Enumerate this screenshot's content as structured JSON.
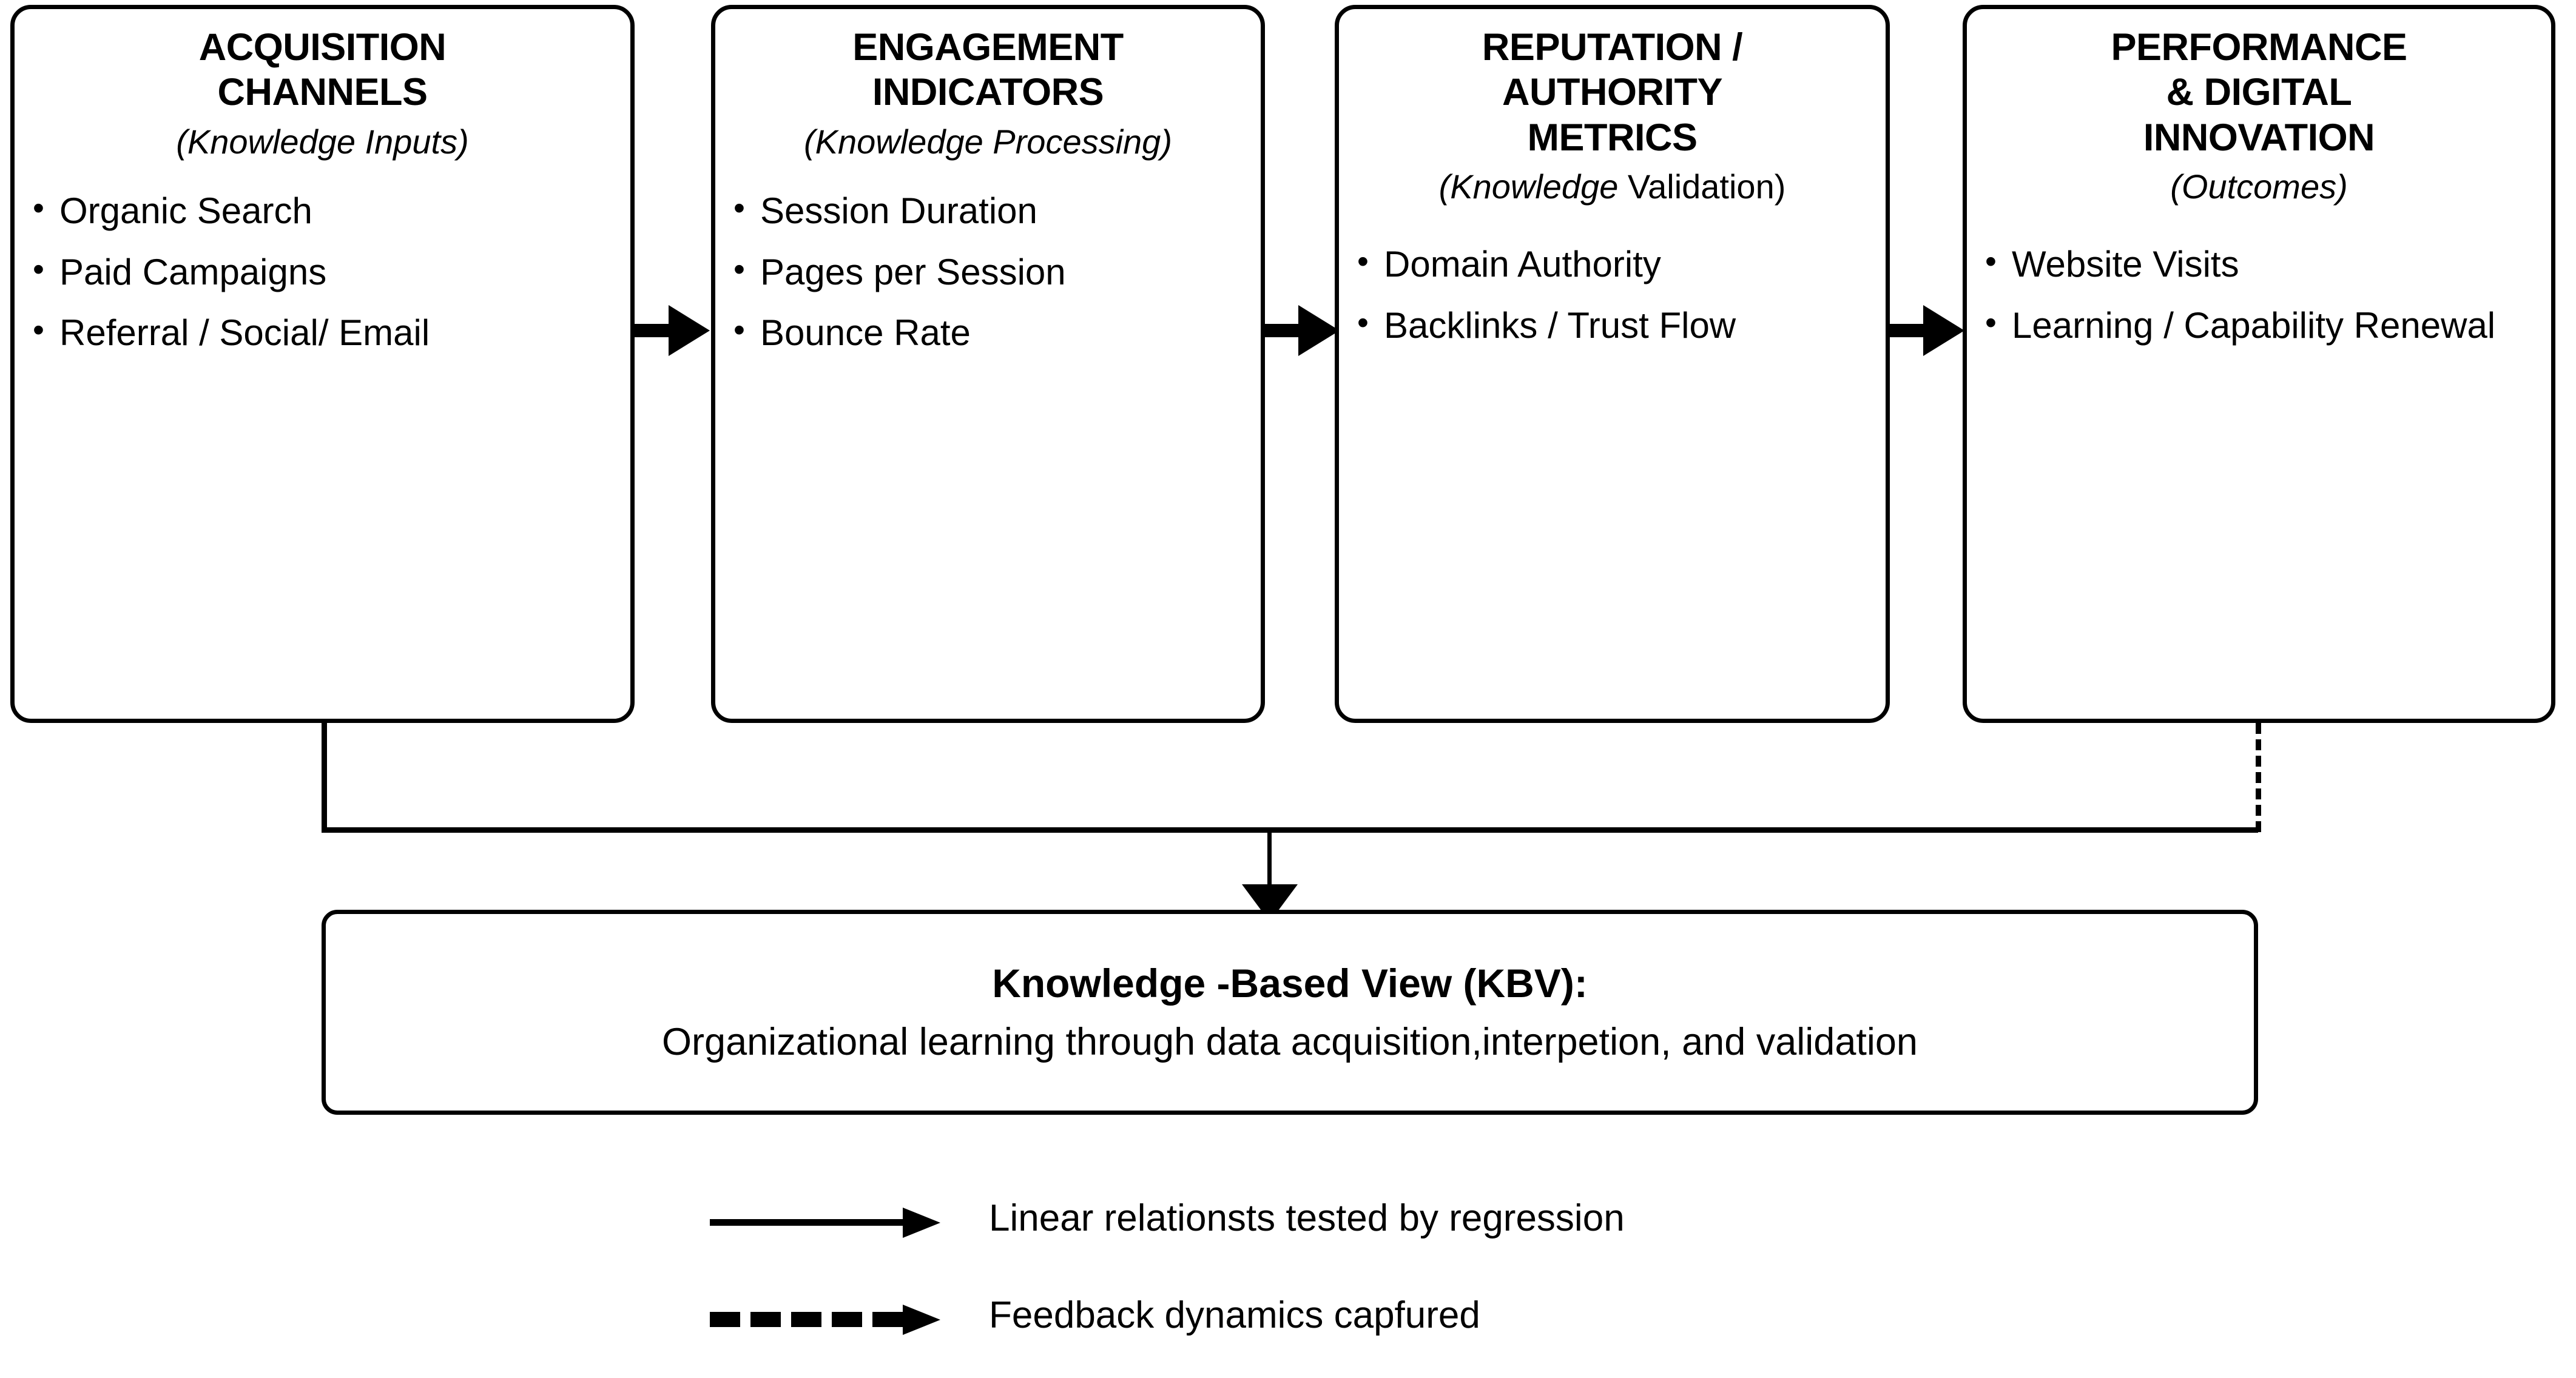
{
  "diagram": {
    "stages": [
      {
        "title": "ACQUISITION\nCHANNELS",
        "subtitle_italic": "(Knowledge Inputs)",
        "subtitle_plain": "",
        "items": [
          "Organic Search",
          "Paid Campaigns",
          "Referral / Social/ Email"
        ]
      },
      {
        "title": "ENGAGEMENT\nINDICATORS",
        "subtitle_italic": "(Knowledge Processing)",
        "subtitle_plain": "",
        "items": [
          "Session Duration",
          "Pages per Session",
          "Bounce Rate"
        ]
      },
      {
        "title": "REPUTATION /\nAUTHORITY\nMETRICS",
        "subtitle_italic": "(Knowledge",
        "subtitle_plain": " Validation)",
        "items": [
          "Domain Authority",
          "Backlinks / Trust Flow"
        ]
      },
      {
        "title": "PERFORMANCE\n& DIGITAL\nINNOVATION",
        "subtitle_italic": "(Outcomes)",
        "subtitle_plain": "",
        "items": [
          "Website Visits",
          "Learning / Capability Renewal"
        ]
      }
    ],
    "summary_box": {
      "title": "Knowledge -Based View (KBV):",
      "body": "Organizational learning through data acquisition,interpetion, and validation"
    },
    "legend": [
      {
        "style": "solid",
        "label": "Linear relationsts tested by regression"
      },
      {
        "style": "dashed",
        "label": "Feedback dynamics capfured"
      }
    ],
    "colors": {
      "stroke": "#000000",
      "background": "#ffffff"
    }
  }
}
